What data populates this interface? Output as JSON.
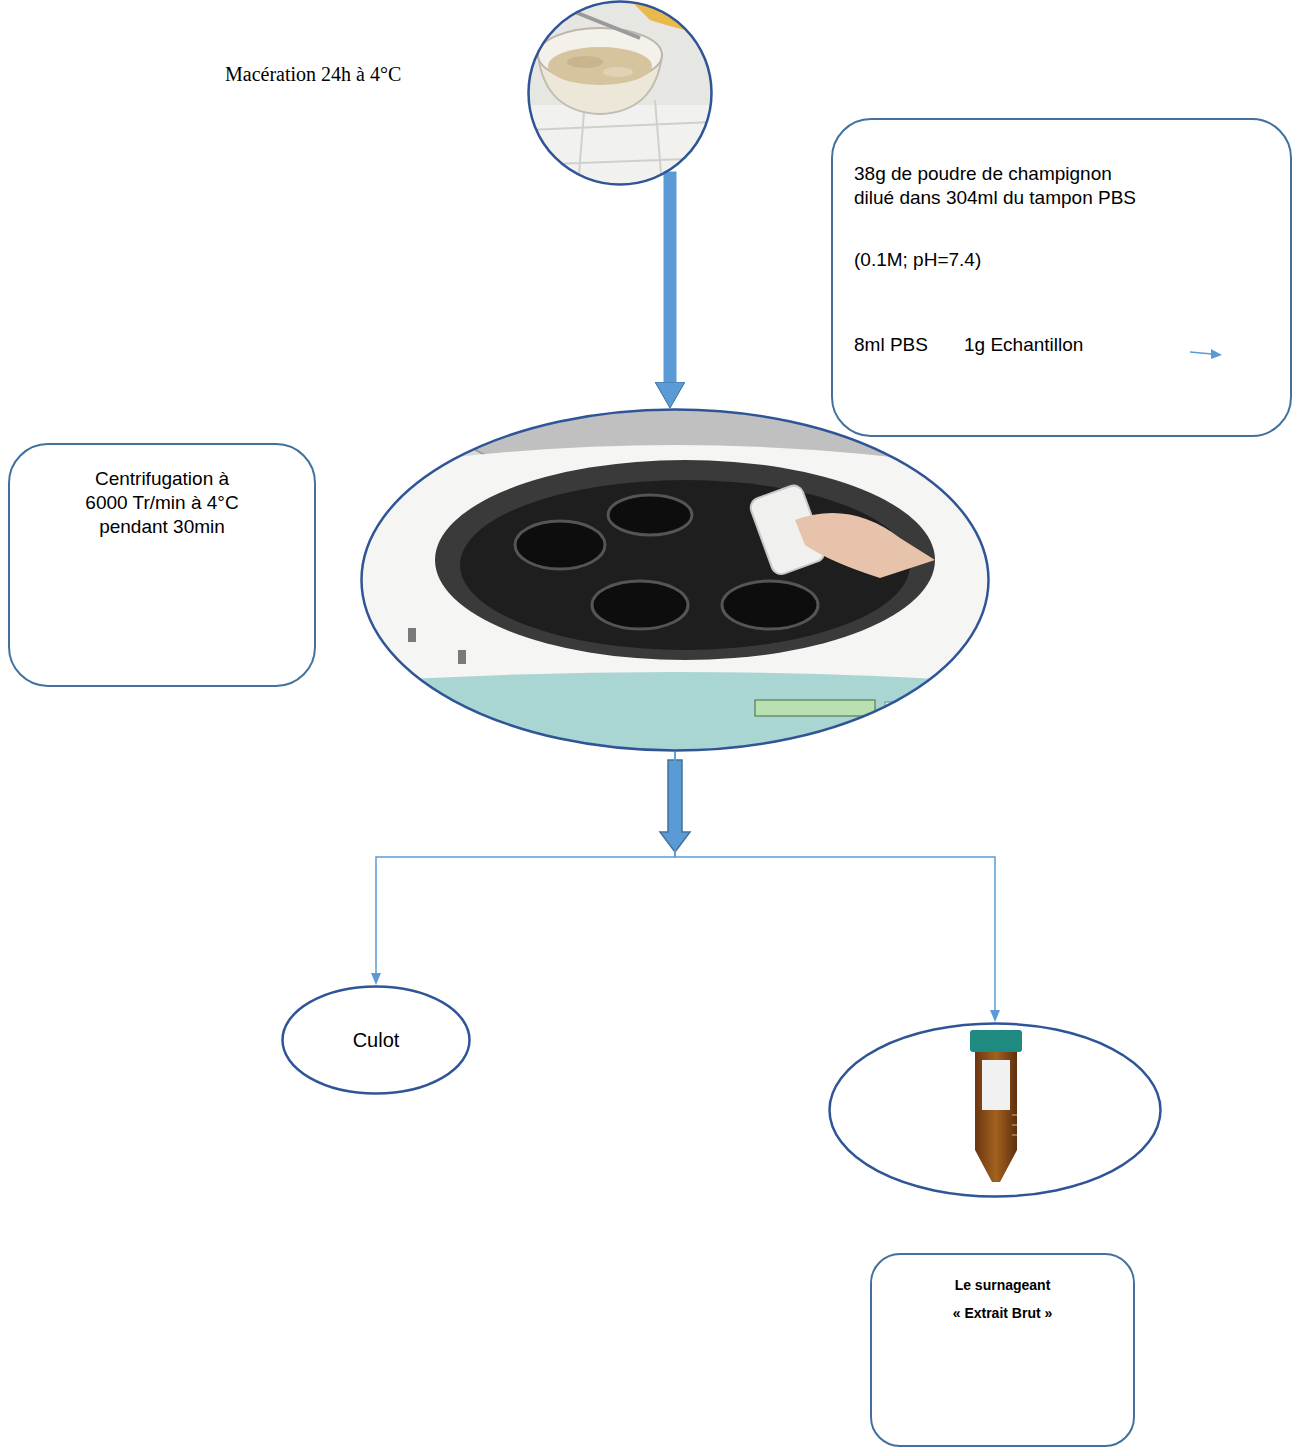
{
  "diagram": {
    "nodes": [
      {
        "text": [
          "Macération 24h à 4°C"
        ]
      },
      {
        "text": [
          "38g de poudre de champignon dilué dans 304ml du tampon PBS",
          "(0.1M; pH=7.4)",
          "8ml PBS",
          "1g Echantillon"
        ]
      },
      {
        "text": [
          "Centrifugation à 6000 Tr/min à 4°C pendant 30min"
        ]
      },
      {
        "text": [
          "Culot"
        ]
      },
      {
        "text": [
          "Le surnageant",
          "« Extrait Brut »"
        ]
      }
    ],
    "edges": [
      {
        "from": 0,
        "to": 2,
        "arrow": "to"
      },
      {
        "from": 2,
        "to": 3,
        "arrow": "to"
      },
      {
        "from": 2,
        "to": 4,
        "arrow": "to"
      }
    ]
  }
}
